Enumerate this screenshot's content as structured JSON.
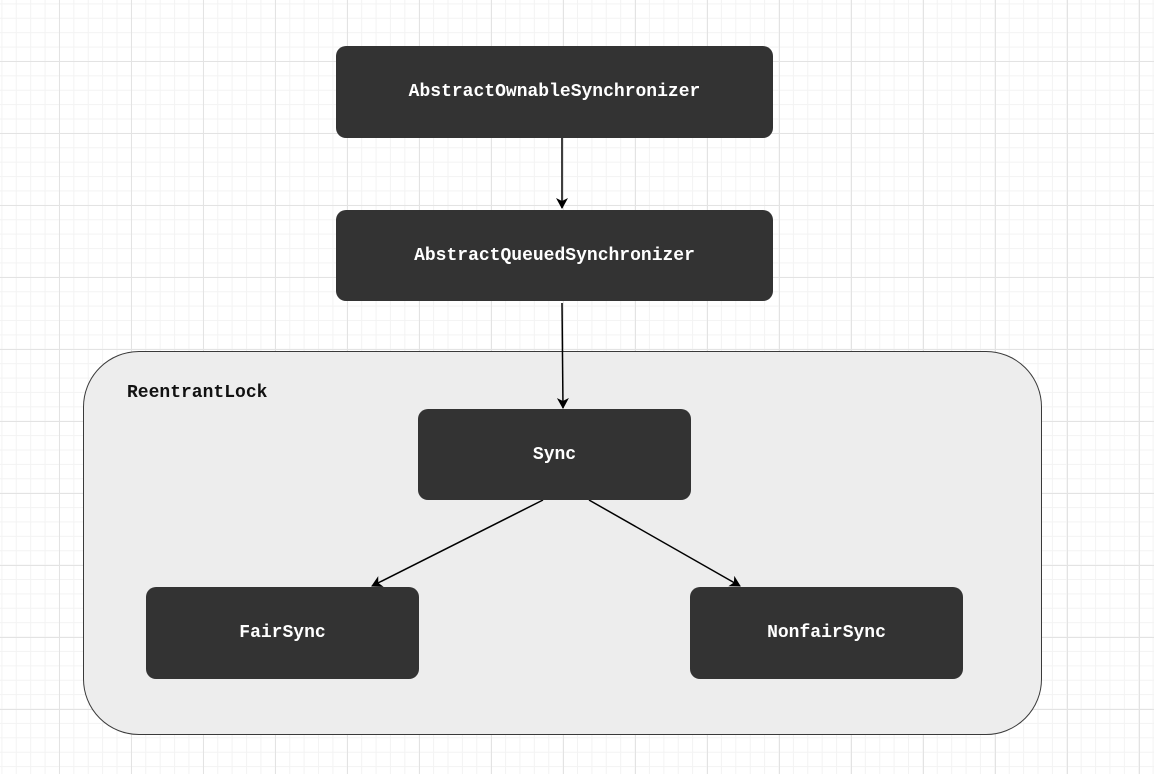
{
  "diagram": {
    "container": {
      "label": "ReentrantLock"
    },
    "nodes": {
      "aos": {
        "label": "AbstractOwnableSynchronizer"
      },
      "aqs": {
        "label": "AbstractQueuedSynchronizer"
      },
      "sync": {
        "label": "Sync"
      },
      "fair": {
        "label": "FairSync"
      },
      "nonfair": {
        "label": "NonfairSync"
      }
    },
    "edges": [
      {
        "from": "AbstractOwnableSynchronizer",
        "to": "AbstractQueuedSynchronizer"
      },
      {
        "from": "AbstractQueuedSynchronizer",
        "to": "Sync"
      },
      {
        "from": "Sync",
        "to": "FairSync"
      },
      {
        "from": "Sync",
        "to": "NonfairSync"
      }
    ],
    "colors": {
      "node_fill": "#333333",
      "node_text": "#ffffff",
      "container_fill": "#ededed",
      "edge": "#000000"
    }
  }
}
